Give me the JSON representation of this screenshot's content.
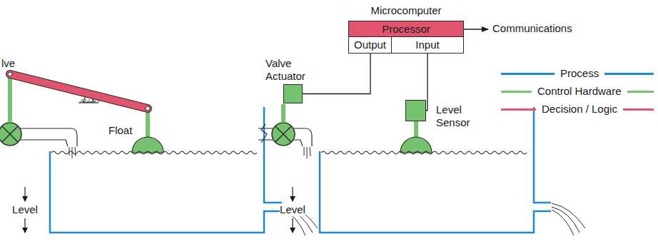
{
  "diagram": {
    "nodes": [
      {
        "text": [
          "Microcomputer"
        ]
      },
      {
        "text": [
          "Processor"
        ],
        "in": 0
      },
      {
        "text": [
          "Output"
        ],
        "in": 0
      },
      {
        "text": [
          "Input"
        ],
        "in": 0
      },
      {
        "text": [
          "Communications"
        ]
      },
      {
        "text": [
          "Valve Actuator"
        ]
      },
      {
        "text": [
          "Level Sensor"
        ]
      }
    ],
    "edges": [
      {
        "from": 1,
        "to": 4,
        "arrow": "to"
      },
      {
        "from": 2,
        "to": 5,
        "arrow": "none"
      },
      {
        "from": 3,
        "to": 6,
        "arrow": "none"
      }
    ],
    "labels": [
      "lve",
      "Float",
      "Level",
      "Level"
    ],
    "legend": [
      {
        "text": "Process",
        "color": "#1f8ad2"
      },
      {
        "text": "Control Hardware",
        "color": "#76c26f"
      },
      {
        "text": "Decision / Logic",
        "color": "#e2546e"
      }
    ]
  }
}
